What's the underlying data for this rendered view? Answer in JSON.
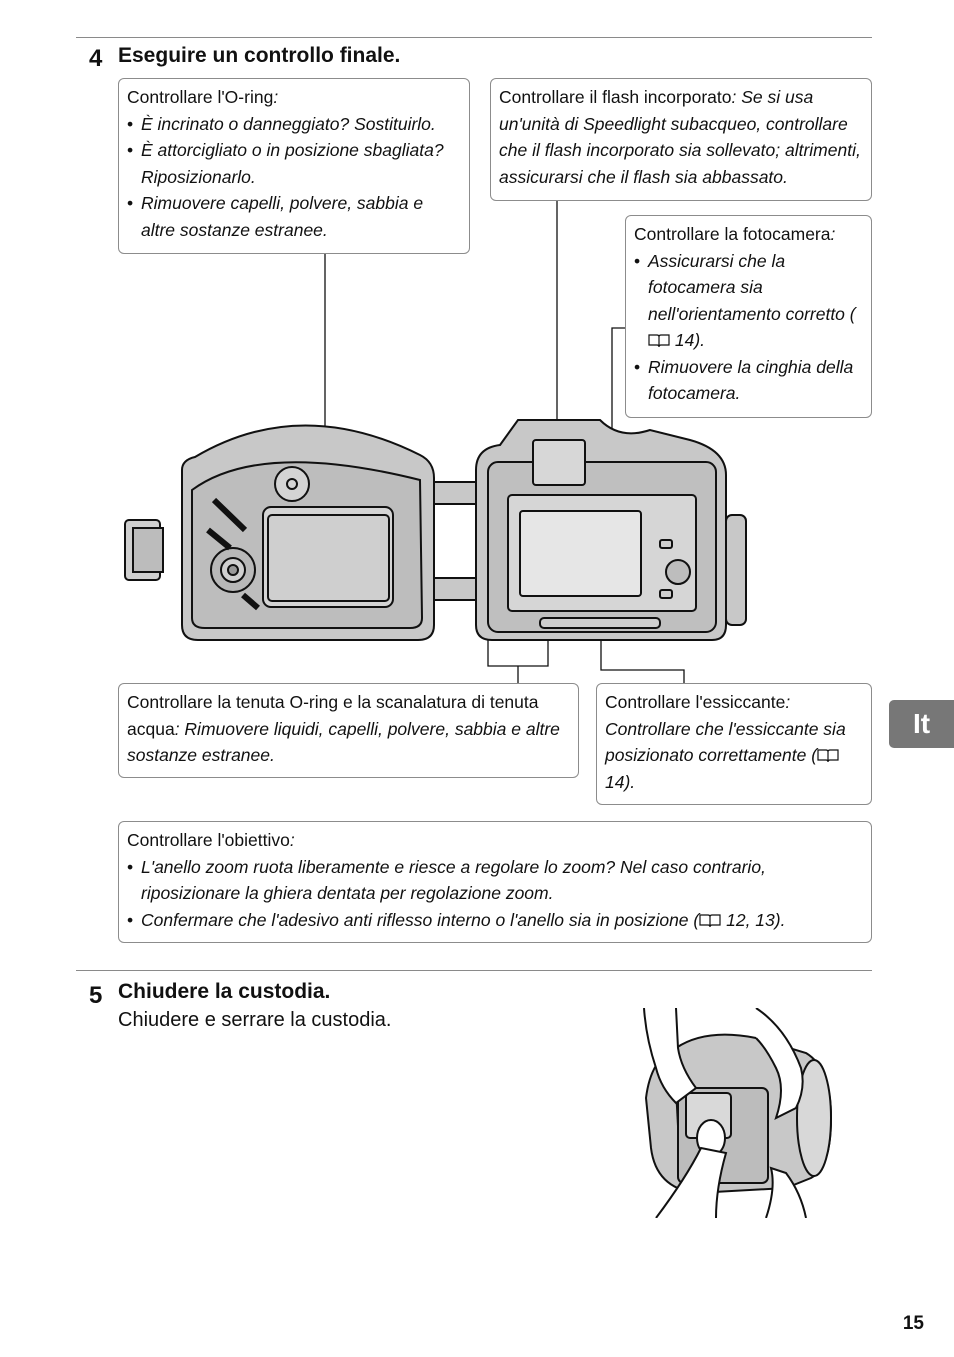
{
  "step4": {
    "number": "4",
    "title": "Eseguire un controllo finale."
  },
  "boxes": {
    "oring": {
      "lead": "Controllare l'O-ring",
      "lead_suffix": ":",
      "items": [
        "È incrinato o danneggiato? Sostituirlo.",
        "È attorcigliato o in posizione sbagliata? Riposizionarlo.",
        "Rimuovere capelli, polvere, sabbia e altre sostanze estranee."
      ]
    },
    "flash": {
      "lead": "Controllare il flash incorporato",
      "text": ": Se si usa un'unità di Speedlight subacqueo, controllare che il flash incorporato sia sollevato; altrimenti, assicurarsi che il flash sia abbassato."
    },
    "camera": {
      "lead": "Controllare la fotocamera",
      "lead_suffix": ":",
      "item1_before": "Assicurarsi che la fotocamera sia nell'orientamento corretto (",
      "item1_ref": "14).",
      "item2": "Rimuovere la cinghia della fotocamera."
    },
    "seal": {
      "lead": "Controllare la tenuta O-ring e la scanalatura di tenuta acqua",
      "text": ": Rimuovere liquidi, capelli, polvere, sabbia e altre sostanze estranee."
    },
    "desiccant": {
      "lead": "Controllare l'essiccante",
      "text_before": ": Controllare che l'essiccante sia posizionato correttamente (",
      "ref": "14)."
    },
    "lens": {
      "lead": "Controllare l'obiettivo",
      "lead_suffix": ":",
      "item1": "L'anello zoom ruota liberamente e riesce a regolare lo zoom? Nel caso contrario, riposizionare la ghiera dentata per regolazione zoom.",
      "item2_before": "Confermare che l'adesivo anti riflesso interno  o l'anello sia in posizione (",
      "item2_ref": "12, 13)."
    }
  },
  "step5": {
    "number": "5",
    "title": "Chiudere la custodia.",
    "body": "Chiudere e serrare la custodia."
  },
  "side_tab": "It",
  "page_number": "15",
  "colors": {
    "tab_bg": "#777777",
    "rule": "#8a8a8a",
    "housing_fill": "#c8c8c8"
  }
}
